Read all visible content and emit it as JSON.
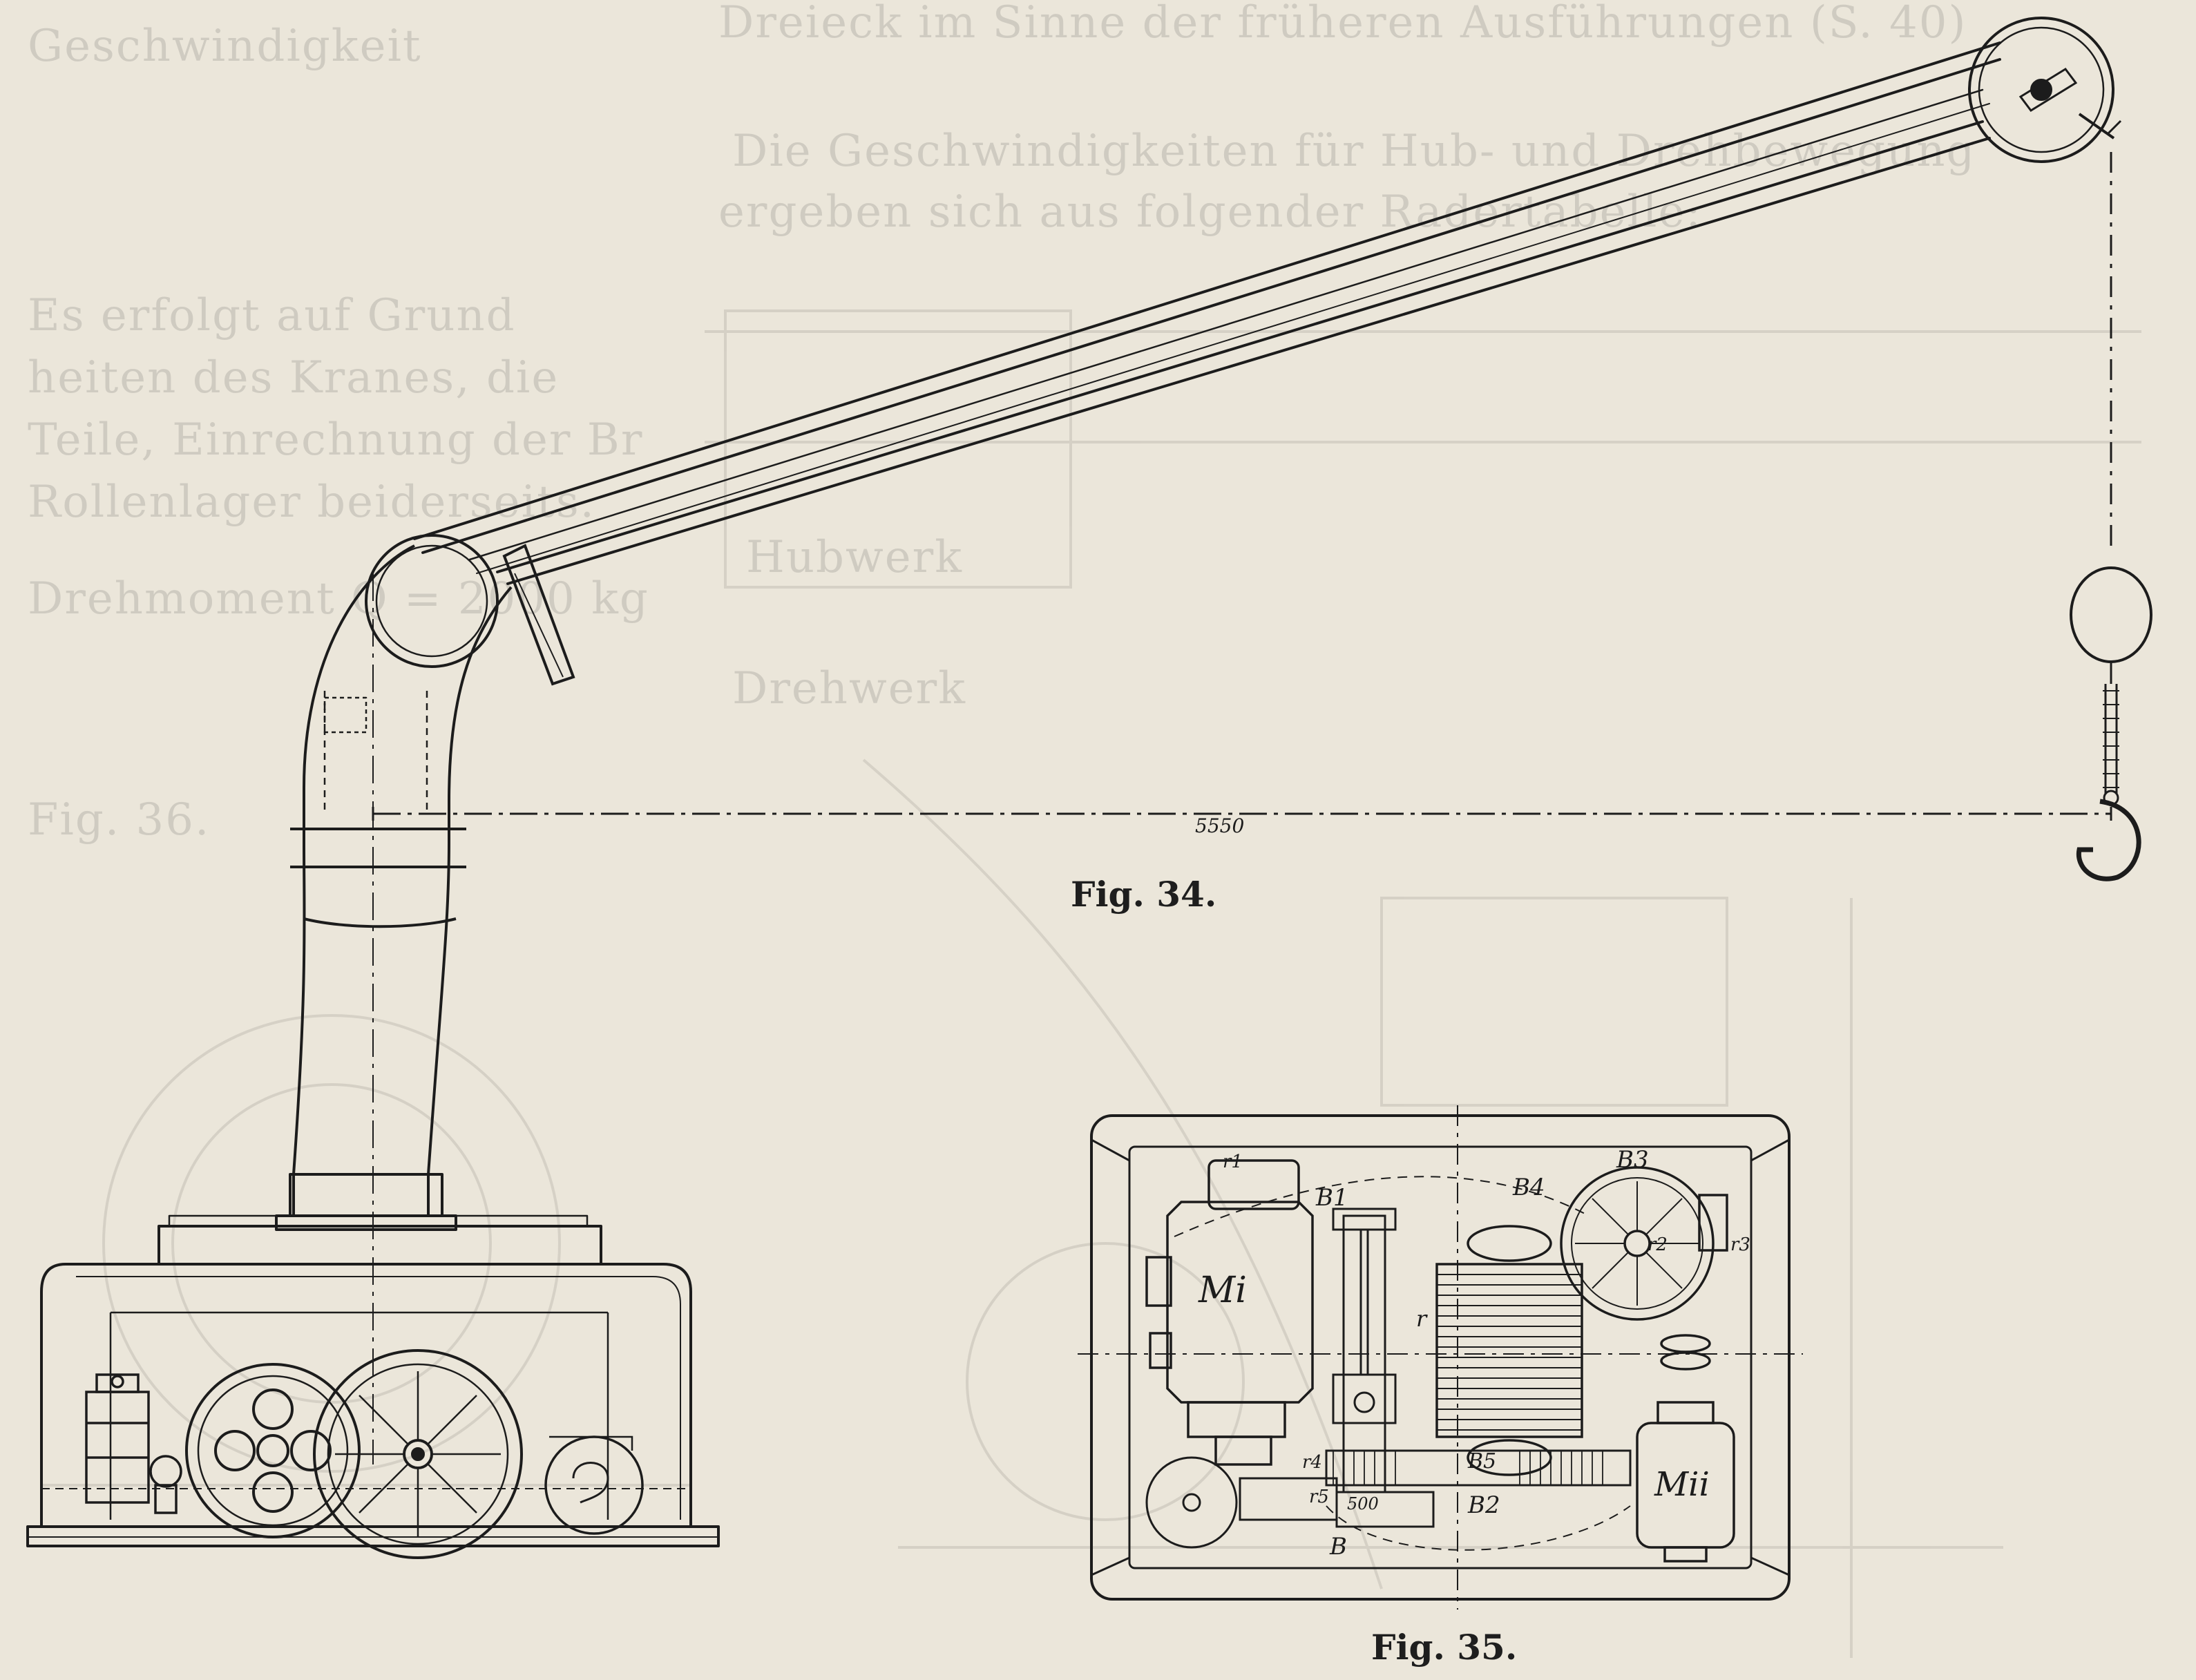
{
  "figures": {
    "fig34": {
      "caption": "Fig. 34.",
      "dimension_label": "5550"
    },
    "fig35": {
      "caption": "Fig. 35.",
      "labels": {
        "motor_1": "Mi",
        "motor_2": "Mii",
        "brake_1": "B1",
        "brake_2": "B2",
        "brake_3": "B3",
        "brake_4": "B4",
        "brake_5": "B5",
        "brake_main": "B",
        "drum": "r",
        "shaft_1": "r1",
        "shaft_2": "r2",
        "shaft_3": "r3",
        "shaft_4": "r4",
        "shaft_5": "r5",
        "gear_ratio": "500"
      }
    }
  },
  "bleed_through": {
    "text_lines": [
      "Dreieck im Sinne der früheren Ausführungen (S. 40)",
      "Die Geschwindigkeiten für Hub- und Drehbewegung",
      "ergeben sich aus folgender Radertabelle:",
      "Hubwerk",
      "Drehwerk",
      "Drehmoment Q = 2000 kg",
      "Geschwindigkeit",
      "Es erfolgt auf Grund",
      "heiten des Kranes, die",
      "Teile, Einrechnung der Br",
      "Rollenlager beiderseits.",
      "Fig. 36."
    ]
  },
  "colors": {
    "paper": "#ebe6da",
    "ink": "#1c1c1c"
  }
}
